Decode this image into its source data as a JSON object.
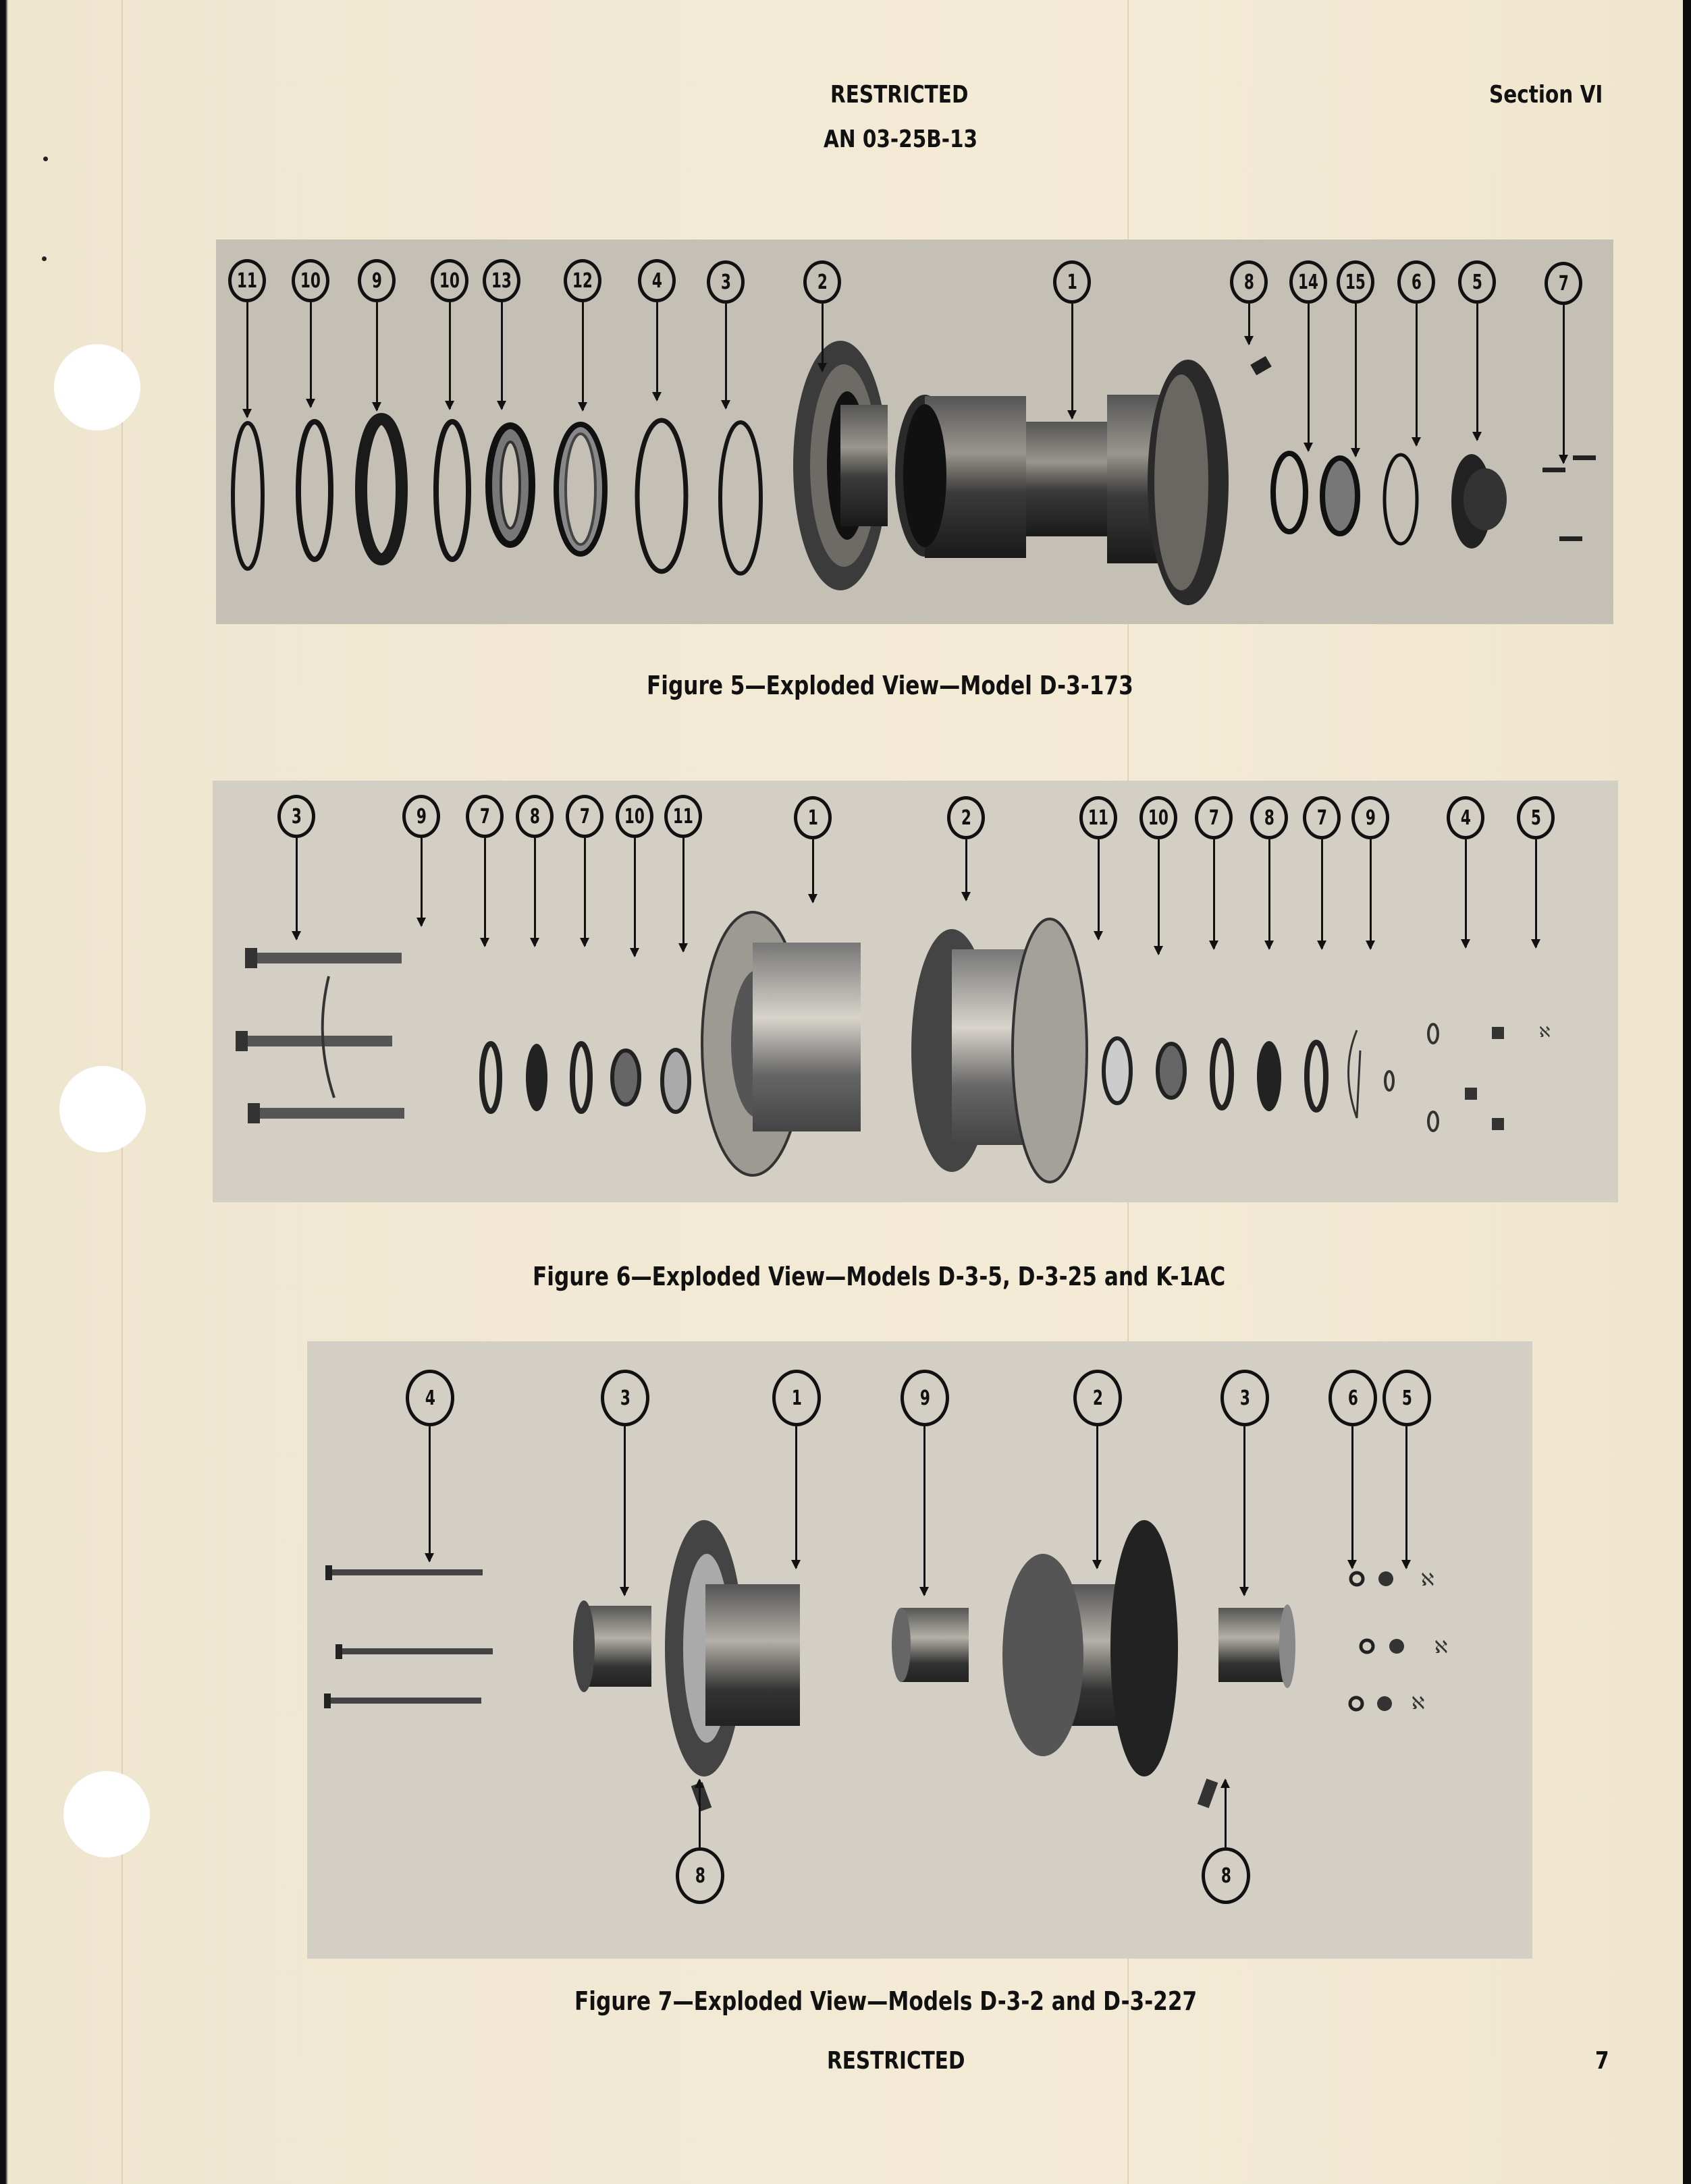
{
  "header": {
    "classification": "RESTRICTED",
    "document_number": "AN 03-25B-13",
    "section": "Section VI"
  },
  "footer": {
    "classification": "RESTRICTED",
    "page_number": "7"
  },
  "figures": [
    {
      "caption": "Figure 5—Exploded View—Model D-3-173",
      "callouts": [
        "11",
        "10",
        "9",
        "10",
        "13",
        "12",
        "4",
        "3",
        "2",
        "1",
        "8",
        "14",
        "15",
        "6",
        "5",
        "7"
      ]
    },
    {
      "caption": "Figure 6—Exploded View—Models D-3-5, D-3-25 and K-1AC",
      "callouts": [
        "3",
        "9",
        "7",
        "8",
        "7",
        "10",
        "11",
        "1",
        "2",
        "11",
        "10",
        "7",
        "8",
        "7",
        "9",
        "4",
        "5"
      ]
    },
    {
      "caption": "Figure 7—Exploded View—Models D-3-2 and D-3-227",
      "callouts_top": [
        "4",
        "3",
        "1",
        "9",
        "2",
        "3",
        "6",
        "5"
      ],
      "callouts_bottom": [
        "8",
        "8"
      ]
    }
  ]
}
